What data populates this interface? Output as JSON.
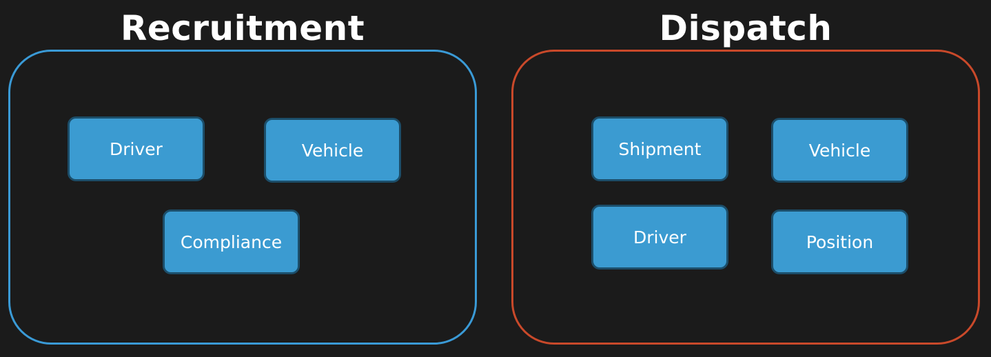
{
  "colors": {
    "background": "#1b1b1b",
    "recruitment_border": "#3a9ad6",
    "dispatch_border": "#c9492a",
    "entity_fill": "#3b9bd1",
    "entity_border": "#1c4e6a",
    "text": "#ffffff"
  },
  "recruitment": {
    "title": "Recruitment",
    "entities": [
      "Driver",
      "Vehicle",
      "Compliance"
    ]
  },
  "dispatch": {
    "title": "Dispatch",
    "entities": [
      "Shipment",
      "Vehicle",
      "Driver",
      "Position"
    ]
  }
}
